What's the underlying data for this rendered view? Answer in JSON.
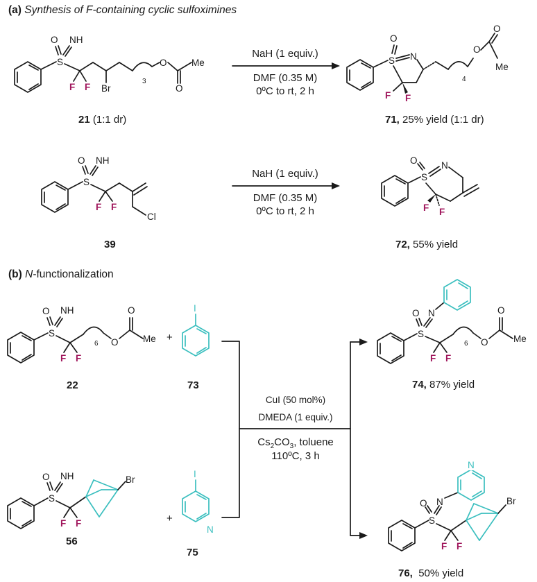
{
  "sections": {
    "a": {
      "letter": "(a)",
      "title": "Synthesis of F-containing cyclic sulfoximines"
    },
    "b": {
      "letter": "(b)",
      "title_italic": "N",
      "title_rest": "-functionalization"
    }
  },
  "atoms": {
    "NH": "NH",
    "N": "N",
    "O": "O",
    "S": "S",
    "F": "F",
    "Br": "Br",
    "Cl": "Cl",
    "Me": "Me",
    "I": "I",
    "idx3": "3",
    "idx4": "4",
    "idx6": "6",
    "plus": "+"
  },
  "reactions": {
    "r1": {
      "line1": "NaH (1 equiv.)",
      "line2": "DMF (0.35 M)",
      "line3": "0ºC to rt, 2 h"
    },
    "r2": {
      "line1": "NaH (1 equiv.)",
      "line2": "DMF (0.35 M)",
      "line3": "0ºC to rt, 2 h"
    },
    "r3": {
      "line1": "CuI (50 mol%)",
      "line2": "DMEDA (1 equiv.)",
      "line3_pre": "Cs",
      "line3_sub": "2",
      "line3_mid": "CO",
      "line3_sub2": "3",
      "line3_post": ", toluene",
      "line4": "110ºC, 3 h"
    }
  },
  "compounds": {
    "c21": {
      "num": "21",
      "note": " (1:1 dr)"
    },
    "c71": {
      "num": "71,",
      "note": " 25% yield (1:1 dr)"
    },
    "c39": {
      "num": "39",
      "note": ""
    },
    "c72": {
      "num": "72,",
      "note": " 55% yield"
    },
    "c22": {
      "num": "22",
      "note": ""
    },
    "c73": {
      "num": "73",
      "note": ""
    },
    "c74": {
      "num": "74,",
      "note": " 87% yield"
    },
    "c56": {
      "num": "56",
      "note": ""
    },
    "c75": {
      "num": "75",
      "note": ""
    },
    "c76": {
      "num": "76,",
      "note": "  50% yield"
    }
  },
  "colors": {
    "fluorine": "#a0165c",
    "aryl": "#3bbfbf",
    "ink": "#1a1a1a"
  }
}
